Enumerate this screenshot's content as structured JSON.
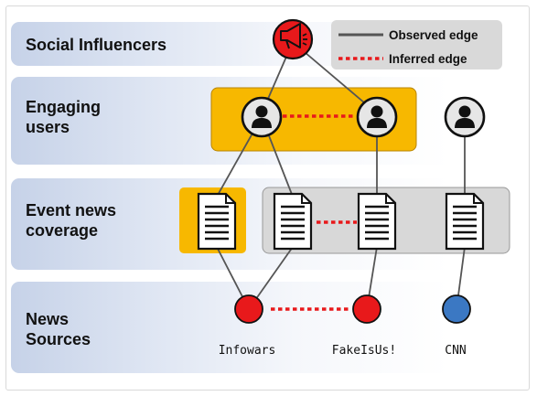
{
  "layers": [
    {
      "id": "influencers",
      "label": "Social Influencers"
    },
    {
      "id": "users",
      "label": "Engaging\nusers"
    },
    {
      "id": "coverage",
      "label": "Event news\ncoverage"
    },
    {
      "id": "sources",
      "label": "News\nSources"
    }
  ],
  "legend": {
    "observed": "Observed edge",
    "inferred": "Inferred edge"
  },
  "sources": [
    {
      "name": "Infowars",
      "color": "#e8191b"
    },
    {
      "name": "FakeIsUs!",
      "color": "#e8191b"
    },
    {
      "name": "CNN",
      "color": "#3b78c3"
    }
  ],
  "colors": {
    "influencer_node": "#e8191b",
    "highlight_group": "#f7b800",
    "neutral_group": "#d8d8d8",
    "observed_edge": "#555555",
    "inferred_edge": "#e8191b"
  }
}
